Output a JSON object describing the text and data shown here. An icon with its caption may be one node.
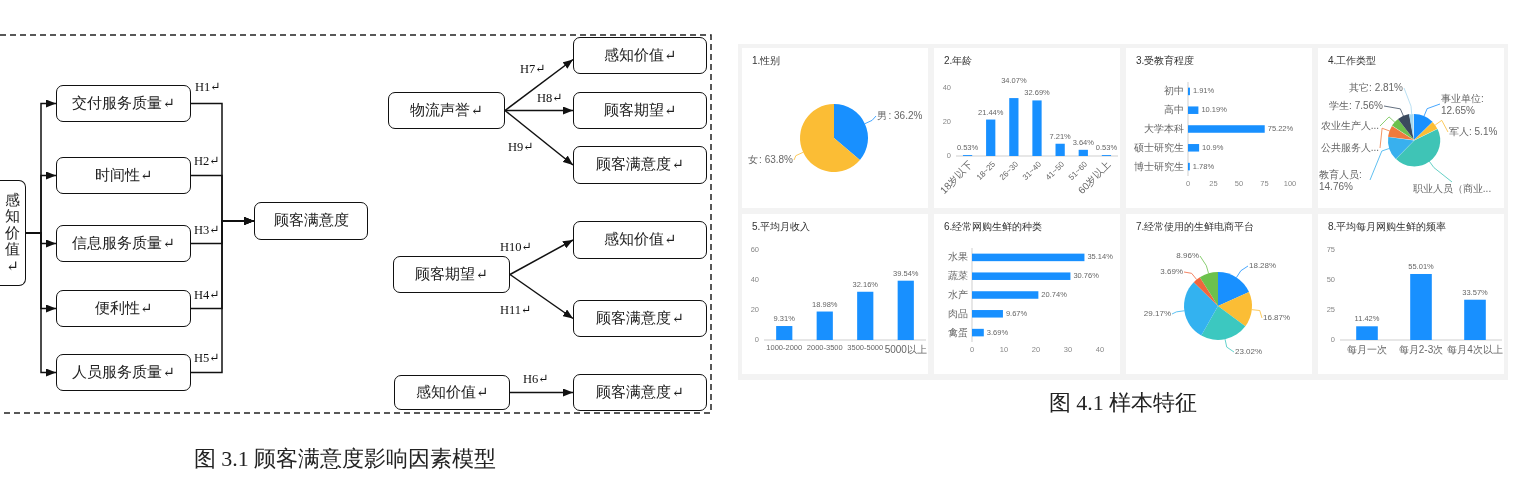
{
  "diagram": {
    "nodes": [
      {
        "text": [
          "感知价值↵"
        ]
      },
      {
        "text": [
          "交付服务质量↵"
        ]
      },
      {
        "text": [
          "时间性↵"
        ]
      },
      {
        "text": [
          "信息服务质量↵"
        ]
      },
      {
        "text": [
          "便利性↵"
        ]
      },
      {
        "text": [
          "人员服务质量↵"
        ]
      },
      {
        "text": [
          "顾客满意度"
        ]
      },
      {
        "text": [
          "物流声誉↵"
        ]
      },
      {
        "text": [
          "感知价值↵"
        ]
      },
      {
        "text": [
          "顾客期望↵"
        ]
      },
      {
        "text": [
          "顾客满意度↵"
        ]
      },
      {
        "text": [
          "顾客期望↵"
        ]
      },
      {
        "text": [
          "感知价值↵"
        ]
      },
      {
        "text": [
          "顾客满意度↵"
        ]
      },
      {
        "text": [
          "感知价值↵"
        ]
      },
      {
        "text": [
          "顾客满意度↵"
        ]
      },
      {
        "text": [
          "其它: 2.81%"
        ]
      },
      {
        "text": [
          "事业单位: 12.65%"
        ]
      },
      {
        "text": [
          "学生: 7.56%"
        ]
      },
      {
        "text": [
          "军人: 5.1%"
        ]
      },
      {
        "text": [
          "农业生产人..."
        ]
      },
      {
        "text": [
          "公共服务人..."
        ]
      },
      {
        "text": [
          "职业人员（商业..."
        ]
      },
      {
        "text": [
          "教育人员: 14.76%"
        ]
      },
      {
        "text": [],
        "shape": "wedge"
      },
      {
        "text": [],
        "shape": "wedge"
      },
      {
        "text": [],
        "shape": "wedge"
      },
      {
        "text": [],
        "shape": "wedge"
      },
      {
        "text": [],
        "shape": "wedge"
      },
      {
        "text": [],
        "shape": "wedge"
      },
      {
        "text": [],
        "shape": "wedge"
      },
      {
        "text": [],
        "shape": "wedge"
      }
    ],
    "edges": [
      {
        "from": 0,
        "to": 1,
        "arrow": "to"
      },
      {
        "from": 0,
        "to": 2,
        "arrow": "to"
      },
      {
        "from": 0,
        "to": 3,
        "arrow": "to"
      },
      {
        "from": 0,
        "to": 4,
        "arrow": "to"
      },
      {
        "from": 0,
        "to": 5,
        "arrow": "to"
      },
      {
        "from": 1,
        "to": 6,
        "arrow": "to",
        "label": "H1↵"
      },
      {
        "from": 2,
        "to": 6,
        "arrow": "to",
        "label": "H2↵"
      },
      {
        "from": 3,
        "to": 6,
        "arrow": "to",
        "label": "H3↵"
      },
      {
        "from": 4,
        "to": 6,
        "arrow": "to",
        "label": "H4↵"
      },
      {
        "from": 5,
        "to": 6,
        "arrow": "to",
        "label": "H5↵"
      },
      {
        "from": 7,
        "to": 8,
        "arrow": "to",
        "label": "H7↵"
      },
      {
        "from": 7,
        "to": 9,
        "arrow": "to",
        "label": "H8↵"
      },
      {
        "from": 7,
        "to": 10,
        "arrow": "to",
        "label": "H9↵"
      },
      {
        "from": 11,
        "to": 12,
        "arrow": "to",
        "label": "H10↵"
      },
      {
        "from": 11,
        "to": 13,
        "arrow": "to",
        "label": "H11↵"
      },
      {
        "from": 14,
        "to": 15,
        "arrow": "to",
        "label": "H6↵"
      },
      {
        "from": 16,
        "to": 31,
        "arrow": "none",
        "color": "#a8d8f0"
      },
      {
        "from": 17,
        "to": 24,
        "arrow": "none",
        "color": "#1890ff"
      },
      {
        "from": 18,
        "to": 30,
        "arrow": "none",
        "color": "#3b4a5e"
      },
      {
        "from": 19,
        "to": 25,
        "arrow": "none",
        "color": "#fbbd35"
      },
      {
        "from": 20,
        "to": 29,
        "arrow": "none",
        "color": "#6cc14c"
      },
      {
        "from": 21,
        "to": 28,
        "arrow": "none",
        "color": "#f07a3e"
      },
      {
        "from": 22,
        "to": 26,
        "arrow": "none",
        "color": "#3fc4b6"
      },
      {
        "from": 23,
        "to": 27,
        "arrow": "none",
        "color": "#38b0ee"
      }
    ],
    "labels": [
      "4.工作类型",
      "图 4.1 样本特征",
      "图 3.1 顾客满意度影响因素模型"
    ],
    "chart_data": [
      {
        "type": "pie",
        "title": "1.性别",
        "categories": [
          "男",
          "女"
        ],
        "values": [
          36.2,
          63.8
        ],
        "value_labels": [
          ": 36.2%",
          ": 63.8%"
        ]
      },
      {
        "type": "bar",
        "title": "2.年龄",
        "categories": [
          "18岁以下",
          "18~25",
          "26~30",
          "31~40",
          "41~50",
          "51~60",
          "60岁以上"
        ],
        "series": [
          {
            "color": "#1890ff",
            "values": [
              0.53,
              21.44,
              34.07,
              32.69,
              7.21,
              3.64,
              0.53
            ]
          }
        ],
        "ylim": [
          0,
          40
        ],
        "yticks": [
          0,
          20,
          40
        ],
        "value_labels": [
          "0.53%",
          "21.44%",
          "34.07%",
          "32.69%",
          "7.21%",
          "3.64%",
          "0.53%"
        ]
      },
      {
        "type": "bar",
        "orientation": "horizontal",
        "title": "3.受教育程度",
        "categories": [
          "初中",
          "高中",
          "大学本科",
          "硕士研究生",
          "博士研究生"
        ],
        "series": [
          {
            "color": "#1890ff",
            "values": [
              1.91,
              10.19,
              75.22,
              10.9,
              1.78
            ]
          }
        ],
        "xlim": [
          0,
          100
        ],
        "xticks": [
          0,
          25,
          50,
          75,
          100
        ],
        "value_labels": [
          "1.91%",
          "10.19%",
          "75.22%",
          "10.9%",
          "1.78%"
        ]
      },
      {
        "type": "bar",
        "title": "5.平均月收入",
        "categories": [
          "1000-2000",
          "2000-3500",
          "3500-5000",
          "5000以上"
        ],
        "series": [
          {
            "color": "#1890ff",
            "values": [
              9.31,
              18.98,
              32.16,
              39.54
            ]
          }
        ],
        "ylim": [
          0,
          60
        ],
        "yticks": [
          0,
          20,
          40,
          60
        ],
        "value_labels": [
          "9.31%",
          "18.98%",
          "32.16%",
          "39.54%"
        ]
      },
      {
        "type": "bar",
        "orientation": "horizontal",
        "title": "6.经常网购生鲜的种类",
        "categories": [
          "水果",
          "蔬菜",
          "水产",
          "肉品",
          "禽蛋"
        ],
        "series": [
          {
            "color": "#1890ff",
            "values": [
              35.14,
              30.76,
              20.74,
              9.67,
              3.69
            ]
          }
        ],
        "xlim": [
          0,
          40
        ],
        "xticks": [
          0,
          10,
          20,
          30,
          40
        ],
        "value_labels": [
          "35.14%",
          "30.76%",
          "20.74%",
          "9.67%",
          "3.69%"
        ]
      },
      {
        "type": "pie",
        "title": "7.经常使用的生鲜电商平台",
        "categories": [
          null,
          null,
          null,
          null,
          null,
          null
        ],
        "values": [
          18.28,
          16.87,
          23.02,
          29.17,
          3.69,
          8.96
        ],
        "value_labels": [
          "18.28%",
          "16.87%",
          "23.02%",
          "29.17%",
          "3.69%",
          "8.96%"
        ]
      },
      {
        "type": "bar",
        "title": "8.平均每月网购生鲜的频率",
        "categories": [
          "每月一次",
          "每月2-3次",
          "每月4次以上"
        ],
        "series": [
          {
            "color": "#1890ff",
            "values": [
              11.42,
              55.01,
              33.57
            ]
          }
        ],
        "ylim": [
          0,
          75
        ],
        "yticks": [
          0,
          25,
          50,
          75
        ],
        "value_labels": [
          "11.42%",
          "55.01%",
          "33.57%"
        ]
      }
    ]
  }
}
